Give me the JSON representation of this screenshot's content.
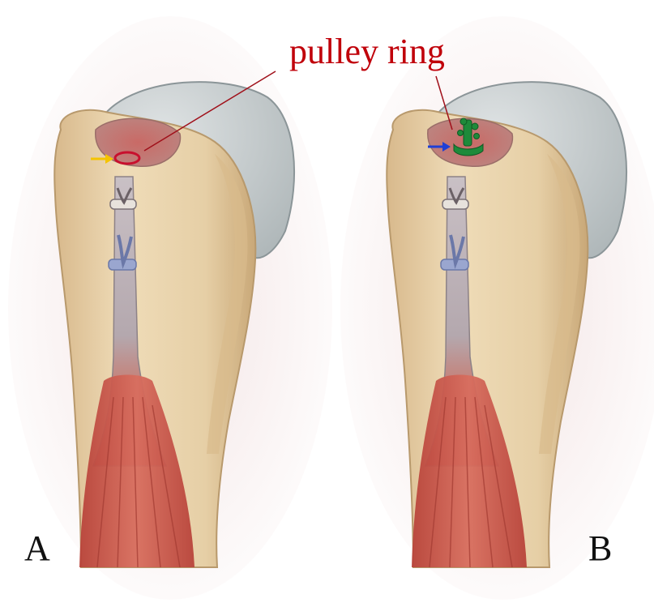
{
  "figure": {
    "callout": "pulley ring",
    "panels": [
      {
        "label": "A",
        "marker": "ellipse",
        "arrow_color": "#f5c400",
        "marker_color": "#c8102e"
      },
      {
        "label": "B",
        "marker": "anchor",
        "arrow_color": "#1f3fd6",
        "marker_color": "#1e8a3a"
      }
    ]
  },
  "colors": {
    "bone": "#e9d2a8",
    "bone_shade": "#cfae7c",
    "cartilage": "#c9cfd0",
    "tendon": "#b8aeb3",
    "muscle": "#c8554a",
    "suture": "#7b8fc7",
    "callout": "#c0000a"
  }
}
